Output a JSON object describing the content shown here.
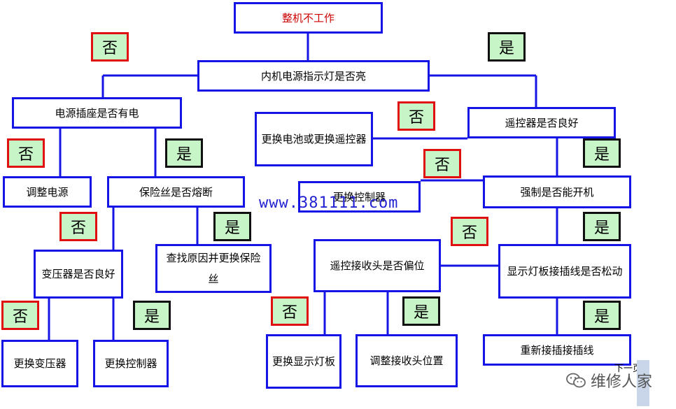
{
  "nodes": {
    "root": "整机不工作",
    "power_light": "内机电源指示灯是否亮",
    "socket_power": "电源插座是否有电",
    "replace_battery": "更换电池或更换遥控器",
    "remote_ok": "遥控器是否良好",
    "adjust_power": "调整电源",
    "fuse_blown": "保险丝是否熔断",
    "replace_controller_mid": "更换控制器",
    "force_on": "强制是否能开机",
    "transformer_ok": "变压器是否良好",
    "find_cause_fuse": "查找原因并更换保险丝",
    "receiver_offset": "遥控接收头是否偏位",
    "display_loose": "显示灯板接插线是否松动",
    "replace_transformer": "更换变压器",
    "replace_controller_left": "更换控制器",
    "replace_display": "更换显示灯板",
    "adjust_receiver": "调整接收头位置",
    "reconnect_wire": "重新接插接插线"
  },
  "tags": {
    "no": "否",
    "yes": "是"
  },
  "watermark": "www.381111.com",
  "page_next": "下一页",
  "brand": "维修人家",
  "icons": {
    "brand_logo": "wechat-icon"
  },
  "colors": {
    "box_border": "#1414e6",
    "tag_fill": "#c8f5c8",
    "no_border": "#e01010",
    "yes_border": "#101010",
    "title_text": "#cc0000"
  }
}
